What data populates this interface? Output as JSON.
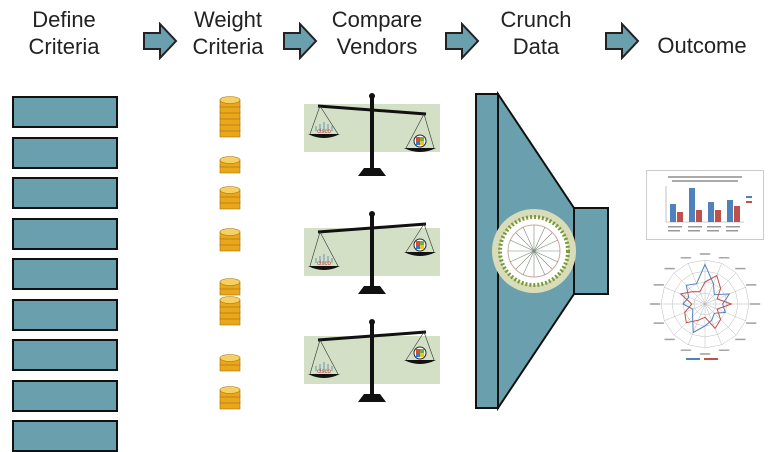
{
  "steps": [
    {
      "line1": "Define",
      "line2": "Criteria"
    },
    {
      "line1": "Weight",
      "line2": "Criteria"
    },
    {
      "line1": "Compare",
      "line2": "Vendors"
    },
    {
      "line1": "Crunch",
      "line2": "Data"
    },
    {
      "line1": "Outcome",
      "line2": ""
    }
  ],
  "criteria_count": 9,
  "weights": [
    6,
    2,
    3,
    3,
    2,
    4,
    2,
    3
  ],
  "vendor_scales": [
    {
      "logo_text": "cisco",
      "tilt": "right-heavy"
    },
    {
      "logo_text": "cisco",
      "tilt": "left-heavy"
    },
    {
      "logo_text": "cisco",
      "tilt": "left-heavy"
    }
  ],
  "icons": {
    "arrow": "block-arrow-right-icon",
    "coin": "coin-stack-icon",
    "scale": "balance-scale-icon",
    "funnel": "funnel-icon",
    "chart": "bar-chart-thumbnail",
    "radar": "radar-chart-thumbnail"
  },
  "colors": {
    "box_fill": "#6aa0ae",
    "scale_bg": "#d3e0c6",
    "coin": "#e8a71c",
    "chart_blue": "#4f81bd",
    "chart_red": "#c0504d"
  }
}
